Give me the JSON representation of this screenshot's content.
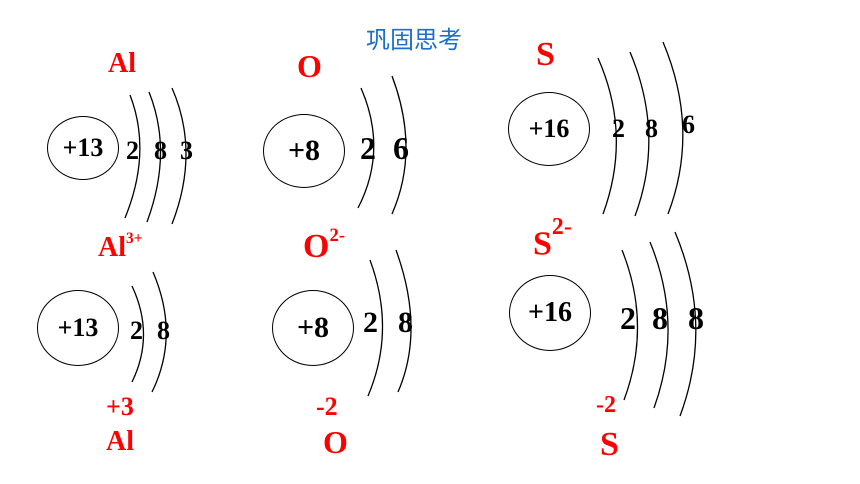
{
  "title": "巩固思考",
  "colors": {
    "title": "#1a6fd0",
    "label": "#ff0000",
    "text": "#000000"
  },
  "diagrams": [
    {
      "symbol": "Al",
      "nucleus": "+13",
      "electrons": [
        "2",
        "8",
        "3"
      ]
    },
    {
      "symbol": "O",
      "nucleus": "+8",
      "electrons": [
        "2",
        "6"
      ]
    },
    {
      "symbol": "S",
      "nucleus": "+16",
      "electrons": [
        "2",
        "8",
        "6"
      ]
    },
    {
      "symbol": "Al",
      "charge_sup": "3+",
      "nucleus": "+13",
      "electrons": [
        "2",
        "8"
      ],
      "valence": "+3",
      "element": "Al"
    },
    {
      "symbol": "O",
      "charge_sup": "2-",
      "nucleus": "+8",
      "electrons": [
        "2",
        "8"
      ],
      "valence": "-2",
      "element": "O"
    },
    {
      "symbol": "S",
      "charge_sup": "2-",
      "nucleus": "+16",
      "electrons": [
        "2",
        "8",
        "8"
      ],
      "valence": "-2",
      "element": "S"
    }
  ]
}
